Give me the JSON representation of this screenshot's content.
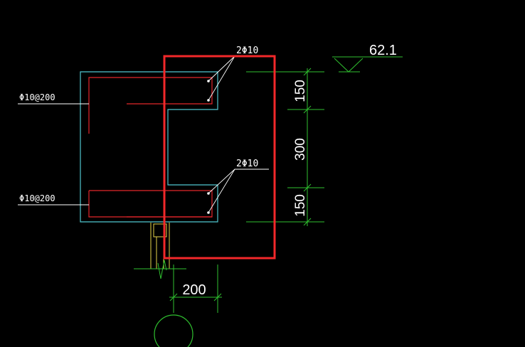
{
  "colors": {
    "background": "#000000",
    "outline": "#4fc6cf",
    "rebar": "#e3262b",
    "dimension": "#2fbf2f",
    "annotation": "#ffffff",
    "highlight": "#f2282a",
    "post": "#e6d34a",
    "leader": "#ffffff"
  },
  "labels": {
    "rebar_spacing_top": "Φ10@200",
    "rebar_spacing_bottom": "Φ10@200",
    "bars_top": "2Φ10",
    "bars_middle": "2Φ10",
    "elevation": "62.1"
  },
  "dimensions": {
    "vertical": [
      "150",
      "300",
      "150"
    ],
    "horizontal": "200"
  }
}
